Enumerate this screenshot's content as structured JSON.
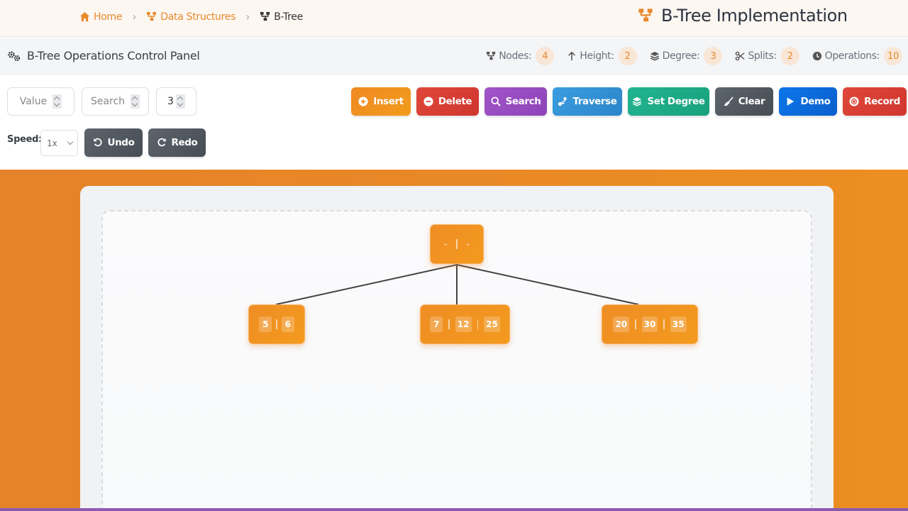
{
  "breadcrumb": [
    {
      "label": "Home",
      "icon": "home-icon"
    },
    {
      "label": "Data Structures",
      "icon": "sitemap-icon"
    },
    {
      "label": "B-Tree",
      "icon": "sitemap-icon"
    }
  ],
  "app_title": "B-Tree Implementation",
  "panel": {
    "title": "B-Tree Operations Control Panel",
    "stats": [
      {
        "label": "Nodes:",
        "value": "4",
        "icon": "sitemap-icon"
      },
      {
        "label": "Height:",
        "value": "2",
        "icon": "arrow-up-icon"
      },
      {
        "label": "Degree:",
        "value": "3",
        "icon": "layers-icon"
      },
      {
        "label": "Splits:",
        "value": "2",
        "icon": "scissors-icon"
      },
      {
        "label": "Operations:",
        "value": "10",
        "icon": "clock-icon"
      }
    ]
  },
  "controls": {
    "value_placeholder": "Value",
    "search_placeholder": "Search",
    "degree_value": "3",
    "speed_label": "Speed:",
    "speed_selected": "1x",
    "buttons": [
      {
        "label": "Insert",
        "color": "#ef8c22"
      },
      {
        "label": "Delete",
        "color": "#dc3f35"
      },
      {
        "label": "Search",
        "color": "#9b4dc4"
      },
      {
        "label": "Traverse",
        "color": "#3797d9"
      },
      {
        "label": "Set Degree",
        "color": "#1fad8a"
      },
      {
        "label": "Clear",
        "color": "#555b62"
      },
      {
        "label": "Demo",
        "color": "#0b6fe0"
      },
      {
        "label": "Record",
        "color": "#dc3f35"
      }
    ],
    "undo_label": "Undo",
    "redo_label": "Redo"
  },
  "tree": {
    "root": {
      "keys": [
        "-",
        "-"
      ]
    },
    "children": [
      {
        "keys": [
          "5",
          "6"
        ]
      },
      {
        "keys": [
          "7",
          "12",
          "25"
        ]
      },
      {
        "keys": [
          "20",
          "30",
          "35"
        ]
      }
    ]
  },
  "colors": {
    "accent": "#e8892b",
    "stage_bg": "#e98824",
    "node_bg": "#f0901f"
  }
}
